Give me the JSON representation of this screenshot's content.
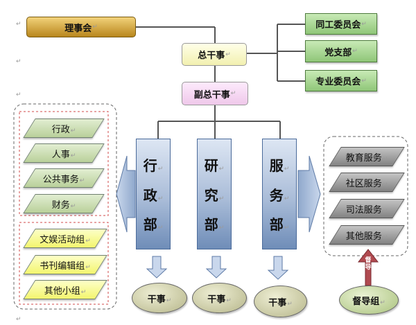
{
  "board": "理事会",
  "general_secretary": "总干事",
  "deputy_secretary": "副总干事",
  "right_committees": [
    "同工委员会",
    "党支部",
    "专业委员会"
  ],
  "departments": [
    {
      "chars": [
        "行",
        "政",
        "部"
      ]
    },
    {
      "chars": [
        "研",
        "究",
        "部"
      ]
    },
    {
      "chars": [
        "服",
        "务",
        "部"
      ]
    }
  ],
  "admin_units": [
    "行政",
    "人事",
    "公共事务",
    "财务"
  ],
  "activity_groups": [
    "文娱活动组",
    "书刊编辑组",
    "其他小组"
  ],
  "services": [
    "教育服务",
    "社区服务",
    "司法服务",
    "其他服务"
  ],
  "staff_label": "干事",
  "supervision_arrow": "督导",
  "supervision_group": "督导组",
  "paragraph_mark": "↵",
  "colors": {
    "board_fill": "#c89a2a",
    "secretary_fill": "#fdfbd0",
    "deputy_fill": "#f6d8f2",
    "committee_fill": "#9fd08a",
    "department_fill": "#a9bcd8",
    "admin_unit_fill": "#c9dbb0",
    "activity_fill": "#fbff9a",
    "service_fill": "#8e8e8e",
    "staff_oval_fill": "#d0d0a8",
    "supervision_fill": "#c9d8a8",
    "supervision_arrow_fill": "#b04a50",
    "connector": "#555555"
  }
}
